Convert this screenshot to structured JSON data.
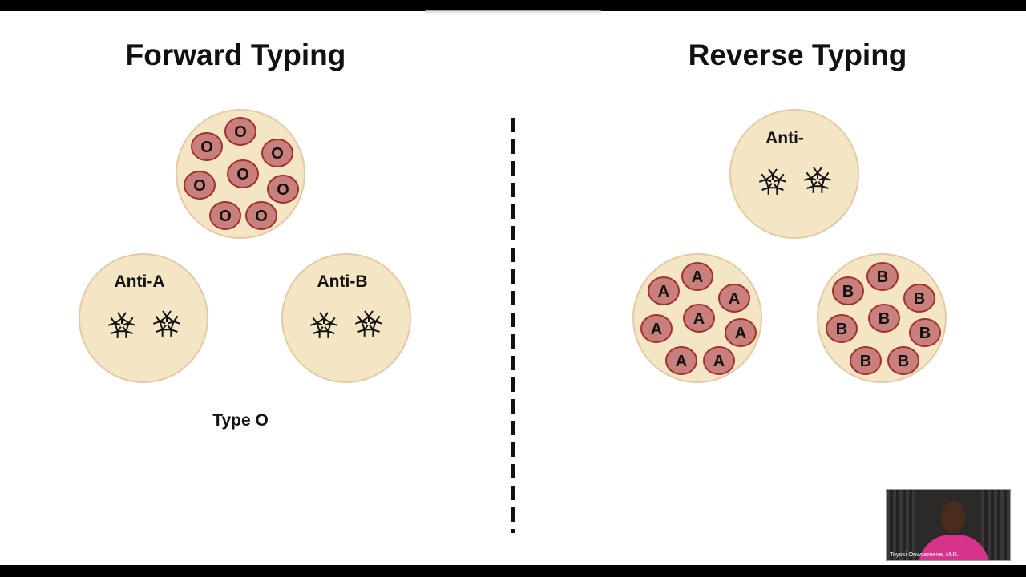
{
  "titles": {
    "forward": "Forward Typing",
    "reverse": "Reverse Typing"
  },
  "forward": {
    "patient_cells_label": "O",
    "reagent_a": "Anti-A",
    "reagent_b": "Anti-B",
    "result": "Type O"
  },
  "reverse": {
    "plasma_label": "Anti-",
    "cells_a_label": "A",
    "cells_b_label": "B"
  },
  "video": {
    "presenter": "Toyosi Onwuemene, M.D."
  },
  "colors": {
    "well_fill": "#f4e6c4",
    "well_stroke": "#e3c9a4",
    "cell_fill": "#c97f7c",
    "cell_stroke": "#a3302d"
  }
}
